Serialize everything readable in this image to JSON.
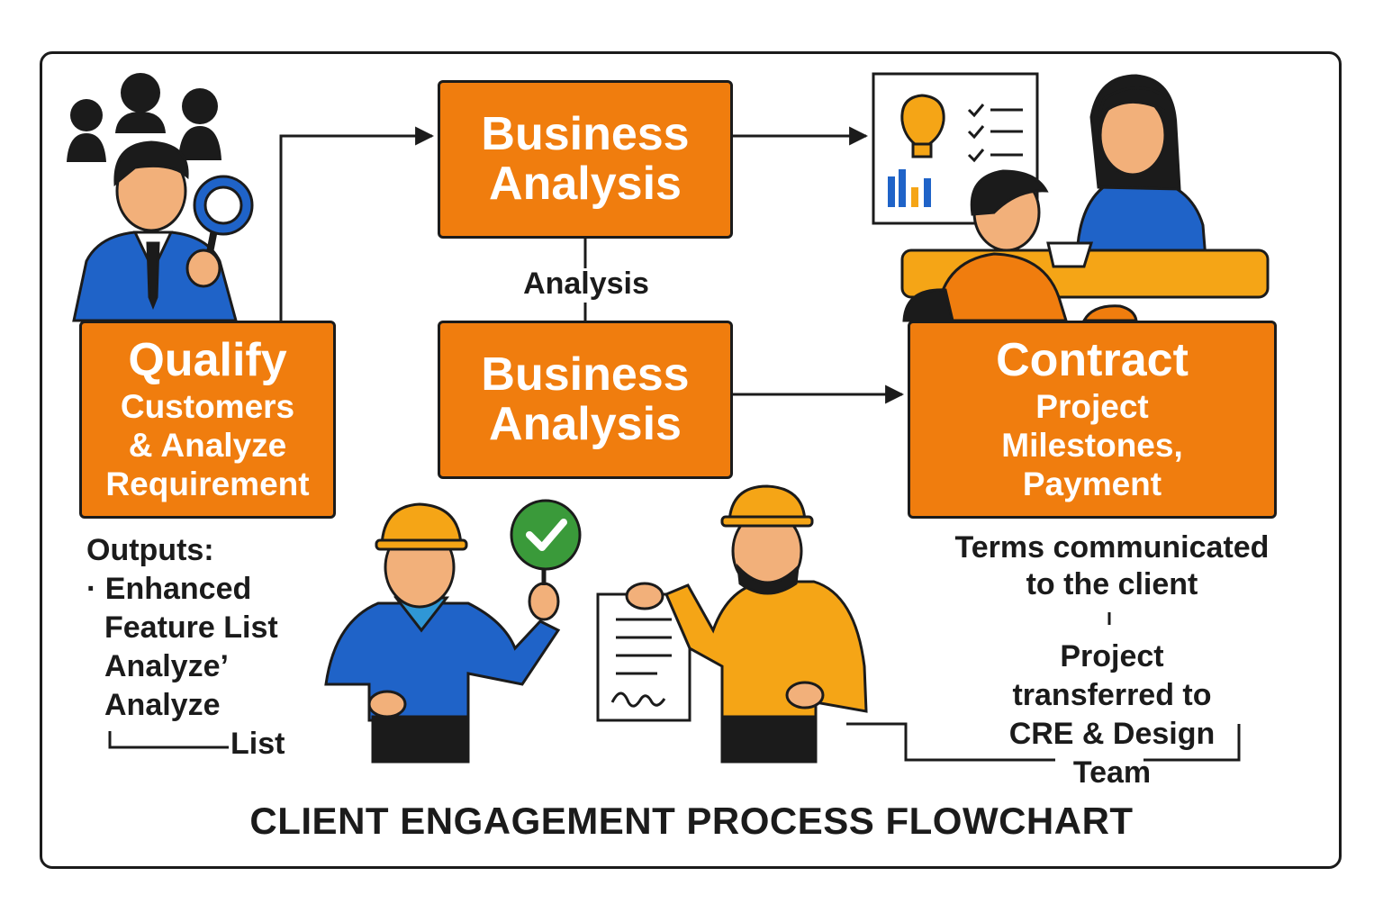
{
  "diagram": {
    "title": "CLIENT ENGAGEMENT PROCESS FLOWCHART",
    "boxes": {
      "business_analysis_top": {
        "line1": "Business",
        "line2": "Analysis"
      },
      "business_analysis_bottom": {
        "line1": "Business",
        "line2": "Analysis"
      },
      "qualify": {
        "heading": "Qualify",
        "line1": "Customers",
        "line2": "& Analyze",
        "line3": "Requirement"
      },
      "contract": {
        "heading": "Contract",
        "line1": "Project",
        "line2": "Milestones,",
        "line3": "Payment"
      }
    },
    "connector_label": "Analysis",
    "outputs": {
      "heading": "Outputs:",
      "items": [
        "· Enhanced",
        "Feature List",
        "Analyze’",
        "Analyze",
        "List"
      ]
    },
    "terms": {
      "line1": "Terms communicated",
      "line2": "to the client"
    },
    "transfer": {
      "line1": "Project",
      "line2": "transferred to",
      "line3": "CRE & Design",
      "line4": "Team"
    },
    "colors": {
      "box_fill": "#f07d0e",
      "outline": "#1b1b1b",
      "blue": "#1f63c8",
      "yellow": "#f5a516",
      "skin": "#f2b07a",
      "check_green": "#3a9a3a"
    },
    "icons": [
      "people-silhouettes-icon",
      "businessman-magnifier-icon",
      "presentation-board-icon",
      "meeting-people-icon",
      "worker-thumbs-up-icon",
      "check-badge-icon",
      "worker-contract-icon",
      "signed-document-icon"
    ]
  }
}
